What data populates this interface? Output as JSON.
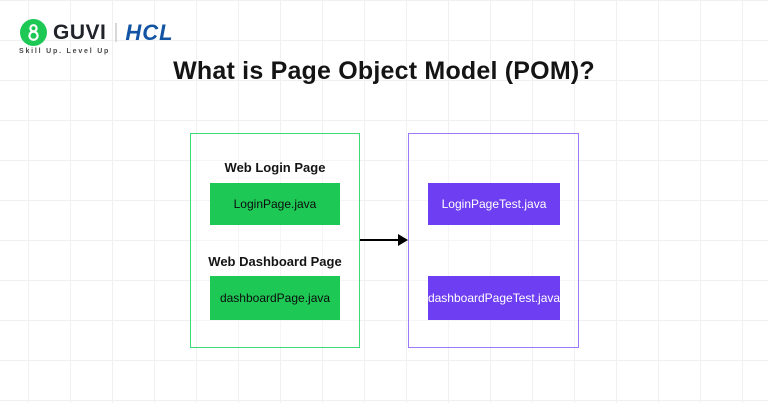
{
  "header": {
    "guvi_label": "GUVI",
    "hcl_label": "HCL",
    "tagline": "Skill Up. Level Up"
  },
  "title": "What is Page Object Model (POM)?",
  "diagram": {
    "page_object_box": {
      "login_page_label": "Web Login Page",
      "login_page_file": "LoginPage.java",
      "dashboard_page_label": "Web Dashboard Page",
      "dashboard_page_file": "dashboardPage.java"
    },
    "test_box": {
      "login_test_file": "LoginPageTest.java",
      "dashboard_test_file": "dashboardPageTest.java"
    },
    "arrow_direction": "left-to-right"
  },
  "colors": {
    "green": "#1ec855",
    "green_border": "#3ddb78",
    "purple": "#6e3ef2",
    "purple_border": "#9b79f7",
    "hcl_blue": "#1254a3",
    "ink": "#141414",
    "grid_line": "#f0f0f2"
  }
}
